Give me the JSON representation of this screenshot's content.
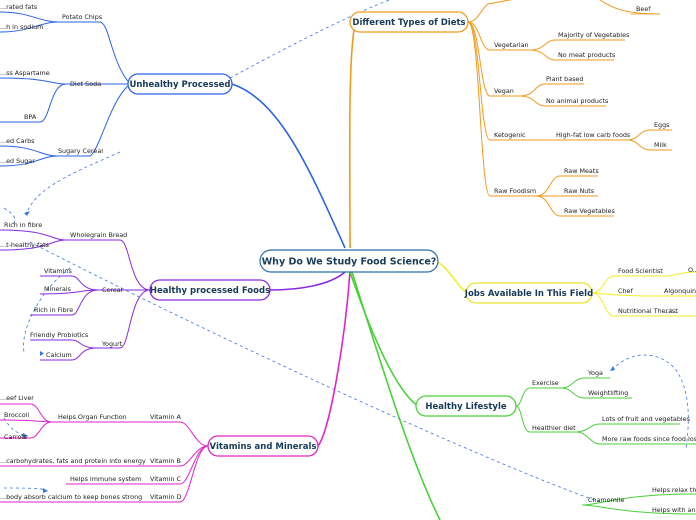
{
  "central": "Why Do We Study Food Science?",
  "colors": {
    "unhealthy": "#2a63e6",
    "healthy_processed": "#8a2be2",
    "vitamins": "#e023c9",
    "diets": "#f09a1c",
    "jobs": "#f2ee2a",
    "lifestyle": "#4ad13a",
    "dashed": "#3b76e0"
  },
  "unhealthy": {
    "title": "Unhealthy Processed",
    "items": {
      "potato_chips": "Potato Chips",
      "saturated_fats": "...rated fats",
      "sodium": "...h in sodium",
      "diet_soda": "Diet Soda",
      "aspartame": "...ss Aspartame",
      "bpa": "BPA",
      "sugary_cereal": "Sugary Cereal",
      "carbs": "...ed Carbs",
      "sugar": "...ed Sugar"
    }
  },
  "healthy": {
    "title": "Healthy processed Foods",
    "items": {
      "wholegrain": "Wholegrain Bread",
      "rich_fibre": "Rich in fibre",
      "healthy_fats": "...t-healthy fats",
      "cereal": "Cereal",
      "vitamins": "Vitamins",
      "minerals": "Minerals",
      "rich_fibre2": "Rich in Fibre",
      "yogurt": "Yogurt",
      "probiotics": "Friendly Probiotics",
      "calcium": "Calcium"
    }
  },
  "vitamins": {
    "title": "Vitamins and Minerals",
    "items": {
      "vit_a": "Vitamin A",
      "organ": "Helps Organ Function",
      "beef_liver": "...eef Liver",
      "broccoli": "Broccoli",
      "carrots": "Carrots",
      "vit_b": "Vitamin B",
      "macros": "...carbohydrates, fats and protein into energy",
      "vit_c": "Vitamin C",
      "immune": "Helps immune system",
      "vit_d": "Vitamin D",
      "bones": "...body absorb calcium to keep bones strong"
    }
  },
  "diets": {
    "title": "Different Types of Diets",
    "items": {
      "beef": "Beef",
      "vegetarian": "Vegetarian",
      "majority_veg": "Majority of Vegetables",
      "no_meat": "No meat products",
      "vegan": "Vegan",
      "plant": "Plant based",
      "no_animal": "No animal products",
      "keto": "Ketogenic",
      "highfat": "High-fat low carb foods",
      "eggs": "Eggs",
      "milk": "Milk",
      "raw": "Raw Foodism",
      "raw_meats": "Raw Meats",
      "raw_nuts": "Raw Nuts",
      "raw_veg": "Raw Vegetables"
    }
  },
  "jobs": {
    "title": "Jobs Available In This Field",
    "items": {
      "scientist": "Food Scientist",
      "chef": "Chef",
      "nutritional": "Nutritional Thera...",
      "o": "O...",
      "algonquin": "Algonquin C...",
      "ist": "...ist"
    }
  },
  "lifestyle": {
    "title": "Healthy Lifestyle",
    "items": {
      "exercise": "Exercise",
      "yoga": "Yoga",
      "weightlifting": "Weightlifting",
      "diet": "Healthier diet",
      "fruits": "Lots of fruit and vegetables",
      "raw_more": "More raw foods since food loses n...",
      "chamomile": "Chamomile",
      "relax": "Helps relax the...",
      "anxiety": "Helps with anxi..."
    }
  }
}
